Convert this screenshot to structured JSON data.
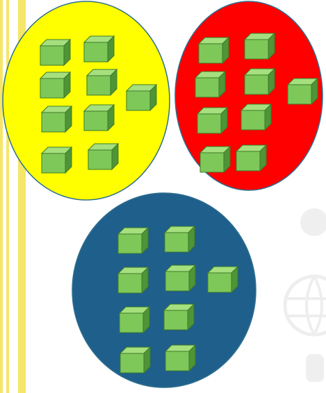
{
  "colors": {
    "background": "#ffffff",
    "margin_stripe": "#f5e66a",
    "watermark": "#ededed",
    "yellow_set": "#ffff00",
    "red_set": "#ff0000",
    "blue_set": "#1f5f8c",
    "set_outline": "#2f6f8f",
    "cube_front": "#7ec85a",
    "cube_top": "#a6e07e",
    "cube_side": "#4f9436",
    "cube_edge": "#3d7a28"
  },
  "icons": [
    "cube-icon",
    "globe-watermark-icon"
  ],
  "sets": [
    {
      "name": "yellow-set",
      "color_key": "yellow_set",
      "cube_count": 9
    },
    {
      "name": "red-set",
      "color_key": "red_set",
      "cube_count": 9
    },
    {
      "name": "blue-set",
      "color_key": "blue_set",
      "cube_count": 9
    }
  ]
}
